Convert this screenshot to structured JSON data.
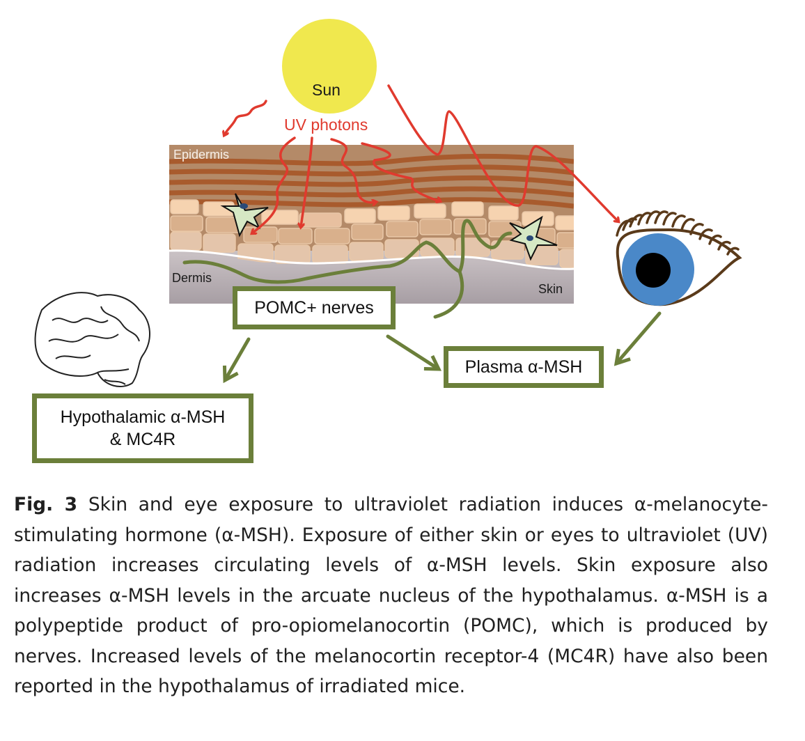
{
  "figure": {
    "labels": {
      "sun": "Sun",
      "uv_photons": "UV photons",
      "epidermis": "Epidermis",
      "dermis": "Dermis",
      "skin": "Skin"
    },
    "boxes": {
      "pomc_nerves": "POMC+ nerves",
      "plasma_msh": "Plasma α-MSH",
      "hypothalamic_line1": "Hypothalamic α-MSH",
      "hypothalamic_line2": "& MC4R"
    },
    "icons": [
      "sun-icon",
      "eye-icon",
      "brain-icon",
      "melanocyte-icon",
      "uv-photon-arrow-icon",
      "pathway-arrow-icon"
    ],
    "colors": {
      "sun": "#f0e84e",
      "uv": "#e03a2e",
      "nerve": "#6b7f3a",
      "box_border": "#6b7f3a",
      "iris": "#4a88c8",
      "eye_outline": "#5a3a1a",
      "stratum": "#a8592a",
      "epidermis_bg": "#b48a68",
      "dermis_bg": "#aea6ac",
      "cell_light": "#f6d3b0",
      "melanocyte": "#d6e8c4"
    }
  },
  "caption": {
    "fig_label": "Fig. 3",
    "text": "Skin and eye exposure to ultraviolet radiation induces α-melanocyte-stimulating hormone (α-MSH). Exposure of either skin or eyes to ultraviolet (UV) radiation increases circulating levels of α-MSH levels. Skin exposure also increases α-MSH levels in the arcuate nucleus of the hypothalamus. α-MSH is a polypeptide product of pro-opiomela­nocortin (POMC), which is produced by nerves. Increased levels of the melanocortin receptor-4 (MC4R) have also been reported in the hypo­thalamus of irradiated mice."
  }
}
